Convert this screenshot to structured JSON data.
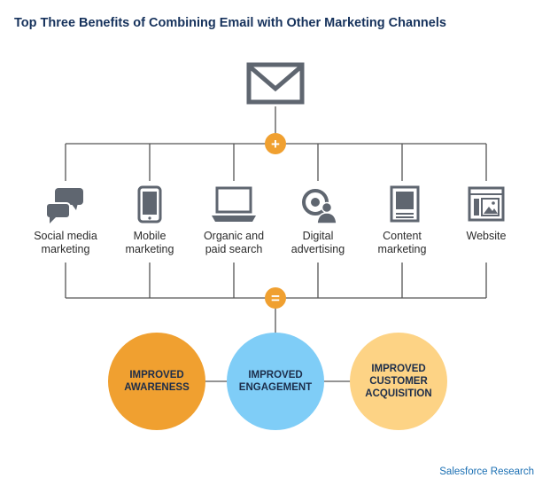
{
  "title": "Top Three Benefits of Combining Email with Other Marketing Channels",
  "top_icon": "envelope-icon",
  "plus_symbol": "+",
  "equals_symbol": "=",
  "channels": [
    {
      "label": "Social media\nmarketing",
      "icon": "chat-bubbles-icon"
    },
    {
      "label": "Mobile\nmarketing",
      "icon": "mobile-phone-icon"
    },
    {
      "label": "Organic and\npaid search",
      "icon": "laptop-icon"
    },
    {
      "label": "Digital\nadvertising",
      "icon": "target-person-icon"
    },
    {
      "label": "Content\nmarketing",
      "icon": "document-icon"
    },
    {
      "label": "Website",
      "icon": "browser-window-icon"
    }
  ],
  "benefits": [
    {
      "label": "IMPROVED\nAWARENESS",
      "color": "#f0a030"
    },
    {
      "label": "IMPROVED\nENGAGEMENT",
      "color": "#7fcdf7"
    },
    {
      "label": "IMPROVED\nCUSTOMER\nACQUISITION",
      "color": "#fdd385"
    }
  ],
  "colors": {
    "title": "#16325c",
    "connector": "#555555",
    "icon": "#5f6670",
    "operator": "#f0a030",
    "source": "#1a6fb3"
  },
  "source": "Salesforce Research"
}
